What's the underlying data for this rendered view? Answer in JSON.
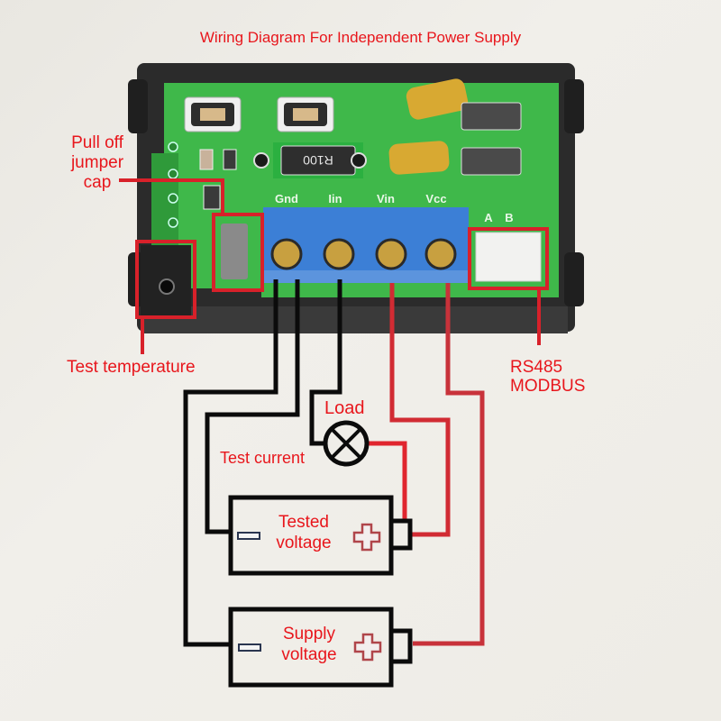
{
  "title": "Wiring Diagram For Independent Power Supply",
  "colors": {
    "label_red": "#e8161c",
    "wire_red": "#d12b33",
    "wire_black": "#0b0b0b",
    "pcb_green": "#3fb84a",
    "terminal_blue": "#3c7fd6",
    "background": "#eeece6"
  },
  "pcb": {
    "terminal_labels": [
      "Gnd",
      "Iin",
      "Vin",
      "Vcc"
    ],
    "rs485_pin_labels": [
      "A",
      "B"
    ],
    "resistor_marking": "R100"
  },
  "annotations": {
    "jumper": [
      "Pull off",
      "jumper",
      "cap"
    ],
    "temperature": "Test temperature",
    "rs485": [
      "RS485",
      "MODBUS"
    ],
    "load": "Load",
    "test_current": "Test current"
  },
  "batteries": [
    {
      "id": "tested",
      "label": [
        "Tested",
        "voltage"
      ],
      "minus_symbol": "minus",
      "plus_symbol": "plus"
    },
    {
      "id": "supply",
      "label": [
        "Supply",
        "voltage"
      ],
      "minus_symbol": "minus",
      "plus_symbol": "plus"
    }
  ],
  "connections": [
    {
      "from": "Gnd",
      "to": "Supply voltage (-)",
      "wire": "black"
    },
    {
      "from": "Gnd",
      "to": "Tested voltage (-)",
      "wire": "black"
    },
    {
      "from": "Iin",
      "to": "Load",
      "wire": "black"
    },
    {
      "from": "Load",
      "to": "Tested voltage (+)",
      "wire": "red"
    },
    {
      "from": "Vin",
      "to": "Tested voltage (+)",
      "wire": "red"
    },
    {
      "from": "Vcc",
      "to": "Supply voltage (+)",
      "wire": "red"
    }
  ]
}
